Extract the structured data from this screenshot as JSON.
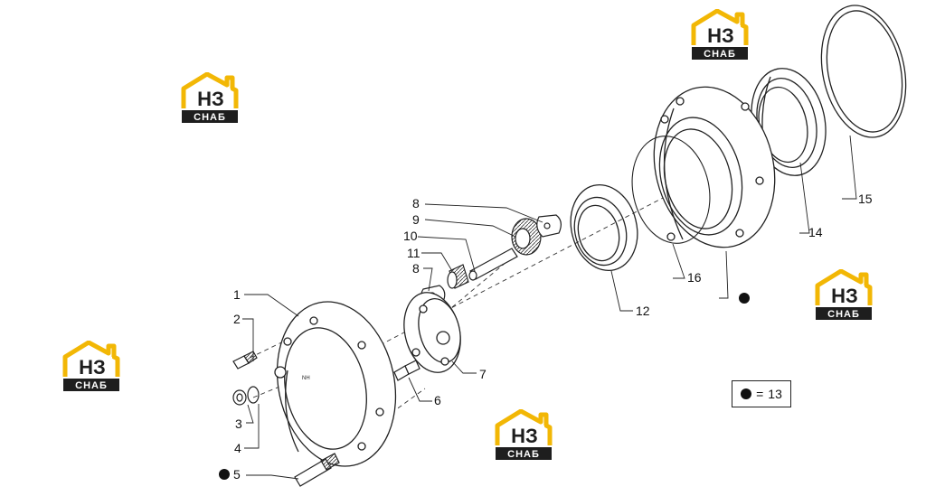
{
  "watermark": {
    "line1": "НЗ",
    "line2": "СНАБ",
    "brand_color": "#f2b705",
    "dark_color": "#1e1e1e"
  },
  "callouts": [
    "1",
    "2",
    "3",
    "4",
    "5",
    "6",
    "7",
    "8",
    "8",
    "9",
    "10",
    "11",
    "12",
    "14",
    "15",
    "16"
  ],
  "legend": {
    "symbol": "filled-circle",
    "equals": "=",
    "value": "13"
  },
  "cover_text": "NH"
}
